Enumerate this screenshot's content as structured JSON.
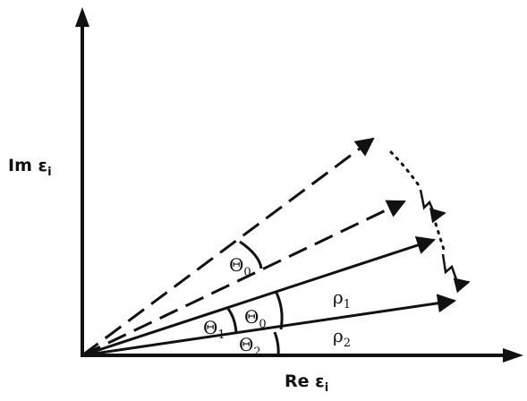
{
  "diagram": {
    "axes": {
      "x_label_main": "Re ε",
      "x_label_sub": "i",
      "y_label_main": "Im ε",
      "y_label_sub": "i"
    },
    "vectors": {
      "rho1_main": "ρ",
      "rho1_sub": "1",
      "rho2_main": "ρ",
      "rho2_sub": "2"
    },
    "angles": {
      "theta0_upper_main": "Θ",
      "theta0_upper_sub": "0",
      "theta0_lower_main": "Θ",
      "theta0_lower_sub": "0",
      "theta1_main": "Θ",
      "theta1_sub": "1",
      "theta2_main": "Θ",
      "theta2_sub": "2"
    },
    "colors": {
      "ink": "#111111",
      "background": "#ffffff"
    }
  }
}
